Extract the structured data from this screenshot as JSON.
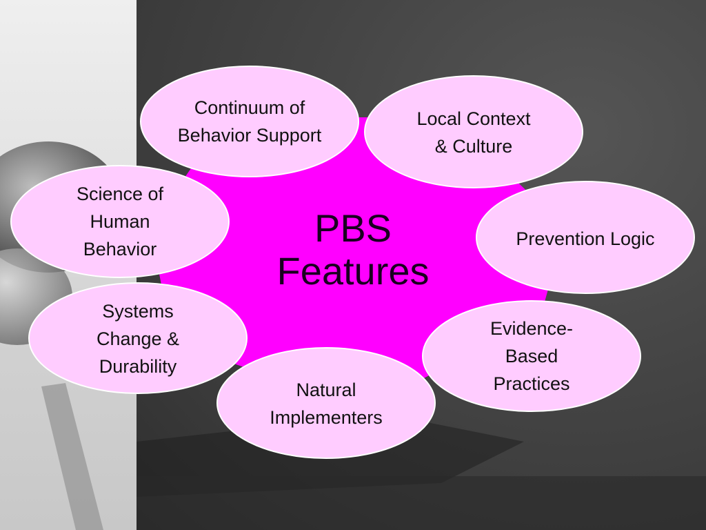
{
  "center": {
    "line1": "PBS",
    "line2": "Features"
  },
  "nodes": [
    {
      "id": "continuum",
      "lines": [
        "Continuum of",
        "Behavior Support"
      ]
    },
    {
      "id": "local-context",
      "lines": [
        "Local Context",
        "& Culture"
      ]
    },
    {
      "id": "prevention",
      "lines": [
        "Prevention Logic"
      ]
    },
    {
      "id": "evidence",
      "lines": [
        "Evidence-",
        "Based",
        "Practices"
      ]
    },
    {
      "id": "natural",
      "lines": [
        "Natural",
        "Implementers"
      ]
    },
    {
      "id": "systems",
      "lines": [
        "Systems",
        "Change &",
        "Durability"
      ]
    },
    {
      "id": "science",
      "lines": [
        "Science of",
        "Human",
        "Behavior"
      ]
    }
  ],
  "colors": {
    "center_fill": "#ff00ff",
    "node_fill": "#ffccff",
    "node_stroke": "#ffffff",
    "background_dark": "#3a3a3a",
    "background_light": "#e6e6e6"
  }
}
